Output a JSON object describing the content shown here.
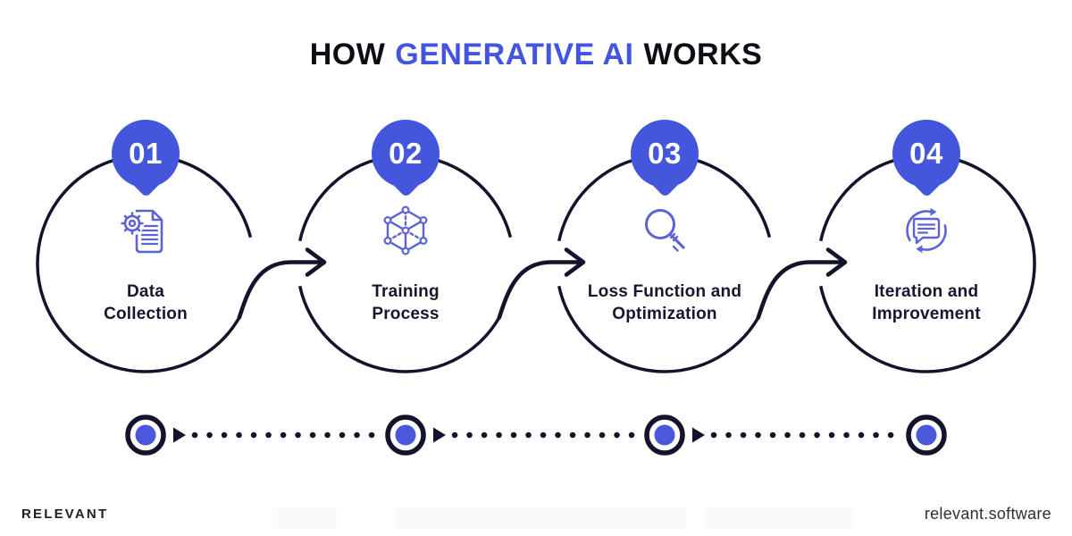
{
  "title": {
    "word1": "HOW",
    "accent": "GENERATIVE AI",
    "word2": "WORKS"
  },
  "steps": [
    {
      "number": "01",
      "label_line1": "Data",
      "label_line2": "Collection",
      "icon": "gear-document-icon"
    },
    {
      "number": "02",
      "label_line1": "Training",
      "label_line2": "Process",
      "icon": "network-cube-icon"
    },
    {
      "number": "03",
      "label_line1": "Loss Function and",
      "label_line2": "Optimization",
      "icon": "magnifier-icon"
    },
    {
      "number": "04",
      "label_line1": "Iteration and",
      "label_line2": "Improvement",
      "icon": "chat-refresh-icon"
    }
  ],
  "footer": {
    "brand": "RELEVANT",
    "website": "relevant.software"
  },
  "colors": {
    "accent_blue": "#4355e0",
    "badge_blue": "#4456db",
    "icon_blue": "#5b63d6",
    "outline_dark": "#13142b",
    "timeline_dot_blue": "#4a58da"
  }
}
